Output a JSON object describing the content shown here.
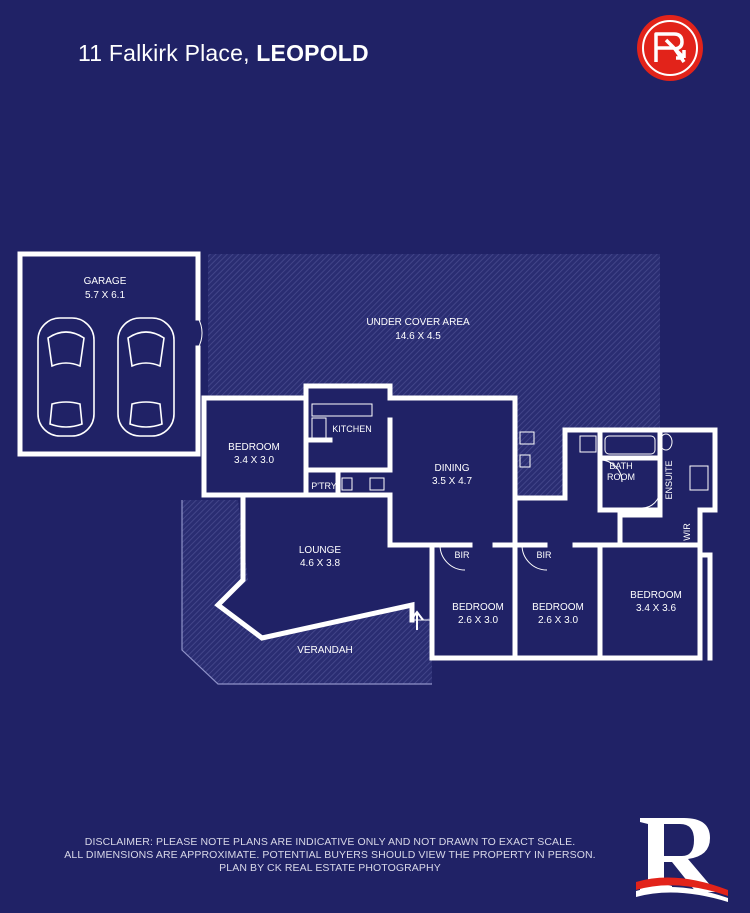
{
  "header": {
    "street": "11 Falkirk Place,",
    "suburb": "LEOPOLD"
  },
  "rooms": {
    "garage": {
      "name": "GARAGE",
      "size": "5.7 X 6.1"
    },
    "under_cover": {
      "name": "UNDER COVER AREA",
      "size": "14.6 X 4.5"
    },
    "bedroom_main": {
      "name": "BEDROOM",
      "size": "3.4 X 3.0"
    },
    "kitchen": {
      "name": "KITCHEN"
    },
    "pantry": {
      "name": "P'TRY"
    },
    "dining": {
      "name": "DINING",
      "size": "3.5 X 4.7"
    },
    "bathroom": {
      "line1": "BATH",
      "line2": "ROOM"
    },
    "ensuite": {
      "name": "ENSUITE"
    },
    "wir": {
      "name": "WIR"
    },
    "lounge": {
      "name": "LOUNGE",
      "size": "4.6 X 3.8"
    },
    "verandah": {
      "name": "VERANDAH"
    },
    "bir1": {
      "name": "BIR"
    },
    "bir2": {
      "name": "BIR"
    },
    "bedroom_2": {
      "name": "BEDROOM",
      "size": "2.6 X 3.0"
    },
    "bedroom_3": {
      "name": "BEDROOM",
      "size": "2.6 X 3.0"
    },
    "bedroom_4": {
      "name": "BEDROOM",
      "size": "3.4 X 3.6"
    }
  },
  "disclaimer": {
    "line1": "DISCLAIMER: PLEASE NOTE PLANS ARE INDICATIVE ONLY AND NOT DRAWN TO EXACT SCALE.",
    "line2": "ALL DIMENSIONS ARE APPROXIMATE. POTENTIAL BUYERS SHOULD VIEW THE PROPERTY IN PERSON.",
    "line3": "PLAN BY CK REAL ESTATE PHOTOGRAPHY"
  },
  "colors": {
    "background": "#202266",
    "wall": "#ffffff",
    "logo_red": "#e2231a",
    "logo_blue": "#1f2a6e"
  },
  "icons": {
    "top_logo": "agency-badge-logo",
    "bottom_logo": "agency-r-logo",
    "entry": "entry-arrow-icon"
  }
}
